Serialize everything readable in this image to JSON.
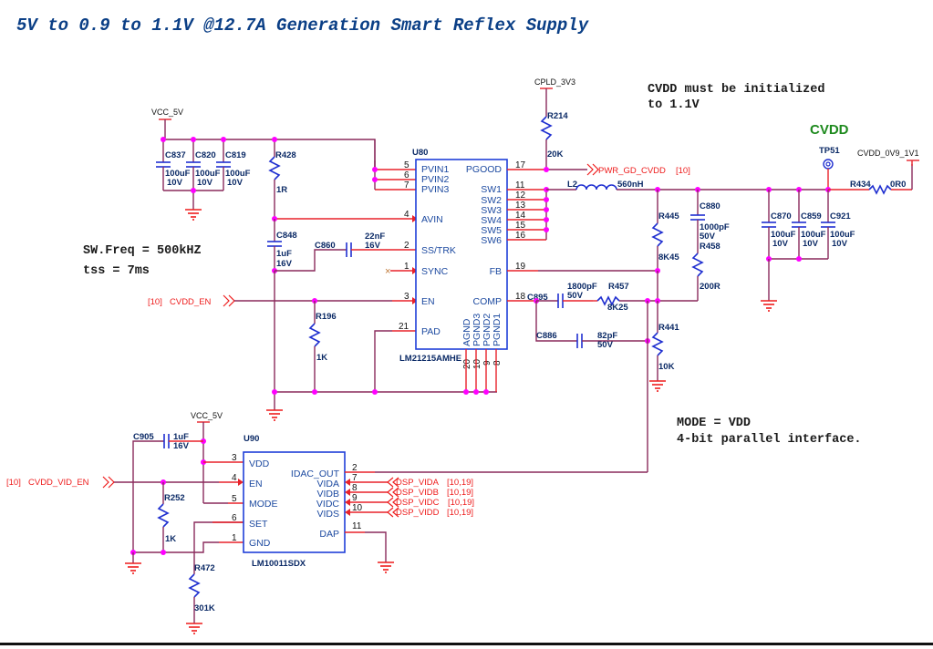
{
  "title": "5V to 0.9 to 1.1V @12.7A Generation Smart Reflex Supply",
  "notes": {
    "cvdd_init_line1": "CVDD must be initialized",
    "cvdd_init_line2": "to 1.1V",
    "sw_freq": "SW.Freq = 500kHZ",
    "tss": "tss = 7ms",
    "mode_line1": "MODE = VDD",
    "mode_line2": "4-bit parallel interface."
  },
  "rails": {
    "vcc_5v_top": "VCC_5V",
    "vcc_5v_bottom": "VCC_5V",
    "cpld_3v3": "CPLD_3V3",
    "cvdd_out": "CVDD_0V9_1V1",
    "cvdd_label": "CVDD"
  },
  "u80": {
    "ref": "U80",
    "part": "LM21215AMHE",
    "left_pins": [
      {
        "num": "5",
        "name": "PVIN1"
      },
      {
        "num": "6",
        "name": "PVIN2"
      },
      {
        "num": "7",
        "name": "PVIN3"
      },
      {
        "num": "4",
        "name": "AVIN"
      },
      {
        "num": "2",
        "name": "SS/TRK"
      },
      {
        "num": "1",
        "name": "SYNC"
      },
      {
        "num": "3",
        "name": "EN"
      },
      {
        "num": "21",
        "name": "PAD"
      }
    ],
    "right_pins": [
      {
        "num": "17",
        "name": "PGOOD"
      },
      {
        "num": "11",
        "name": "SW1"
      },
      {
        "num": "12",
        "name": "SW2"
      },
      {
        "num": "13",
        "name": "SW3"
      },
      {
        "num": "14",
        "name": "SW4"
      },
      {
        "num": "15",
        "name": "SW5"
      },
      {
        "num": "16",
        "name": "SW6"
      },
      {
        "num": "19",
        "name": "FB"
      },
      {
        "num": "18",
        "name": "COMP"
      }
    ],
    "bottom_pins": [
      {
        "num": "20",
        "name": "AGND"
      },
      {
        "num": "10",
        "name": "PGND3"
      },
      {
        "num": "9",
        "name": "PGND2"
      },
      {
        "num": "8",
        "name": "PGND1"
      }
    ]
  },
  "u90": {
    "ref": "U90",
    "part": "LM10011SDX",
    "left_pins": [
      {
        "num": "3",
        "name": "VDD"
      },
      {
        "num": "4",
        "name": "EN"
      },
      {
        "num": "5",
        "name": "MODE"
      },
      {
        "num": "6",
        "name": "SET"
      },
      {
        "num": "1",
        "name": "GND"
      }
    ],
    "right_pins": [
      {
        "num": "2",
        "name": "IDAC_OUT"
      },
      {
        "num": "7",
        "name": "VIDA"
      },
      {
        "num": "8",
        "name": "VIDB"
      },
      {
        "num": "9",
        "name": "VIDC"
      },
      {
        "num": "10",
        "name": "VIDS"
      },
      {
        "num": "11",
        "name": "DAP"
      }
    ]
  },
  "components": {
    "C837": {
      "ref": "C837",
      "value": "100uF",
      "rating": "10V"
    },
    "C820": {
      "ref": "C820",
      "value": "100uF",
      "rating": "10V"
    },
    "C819": {
      "ref": "C819",
      "value": "100uF",
      "rating": "10V"
    },
    "R428": {
      "ref": "R428",
      "value": "1R"
    },
    "C848": {
      "ref": "C848",
      "value": "1uF",
      "rating": "16V"
    },
    "C860": {
      "ref": "C860",
      "value": "22nF",
      "rating": "16V"
    },
    "R196": {
      "ref": "R196",
      "value": "1K"
    },
    "R214": {
      "ref": "R214",
      "value": "20K"
    },
    "L2": {
      "ref": "L2",
      "value": "560nH"
    },
    "R445": {
      "ref": "R445",
      "value": "8K45"
    },
    "C880": {
      "ref": "C880",
      "value": "1000pF",
      "rating": "50V"
    },
    "R458": {
      "ref": "R458",
      "value": "200R"
    },
    "C895": {
      "ref": "C895",
      "value": "1800pF",
      "rating": "50V"
    },
    "R457": {
      "ref": "R457",
      "value": "8K25"
    },
    "C886": {
      "ref": "C886",
      "value": "82pF",
      "rating": "50V"
    },
    "R441": {
      "ref": "R441",
      "value": "10K"
    },
    "C870": {
      "ref": "C870",
      "value": "100uF",
      "rating": "10V"
    },
    "C859": {
      "ref": "C859",
      "value": "100uF",
      "rating": "10V"
    },
    "C921": {
      "ref": "C921",
      "value": "100uF",
      "rating": "10V"
    },
    "TP51": {
      "ref": "TP51"
    },
    "R434": {
      "ref": "R434",
      "value": "0R0"
    },
    "C905": {
      "ref": "C905",
      "value": "1uF",
      "rating": "16V"
    },
    "R252": {
      "ref": "R252",
      "value": "1K"
    },
    "R472": {
      "ref": "R472",
      "value": "301K"
    }
  },
  "signals": {
    "pwr_gd": {
      "name": "PWR_GD_CVDD",
      "sheet": "[10]"
    },
    "cvdd_en": {
      "name": "CVDD_EN",
      "sheet": "[10]"
    },
    "cvdd_vid_en": {
      "name": "CVDD_VID_EN",
      "sheet": "[10]"
    },
    "vid": [
      {
        "name": "DSP_VIDA",
        "sheet": "[10,19]"
      },
      {
        "name": "DSP_VIDB",
        "sheet": "[10,19]"
      },
      {
        "name": "DSP_VIDC",
        "sheet": "[10,19]"
      },
      {
        "name": "DSP_VIDD",
        "sheet": "[10,19]"
      }
    ]
  },
  "colors": {
    "title": "#0b3f86",
    "wire": "#8a2a5c",
    "pin": "#e8222a",
    "component": "#1f2fd0",
    "junction": "#ff00ff",
    "signal": "#ee1c1c",
    "cvdd": "#1e8a1e"
  }
}
